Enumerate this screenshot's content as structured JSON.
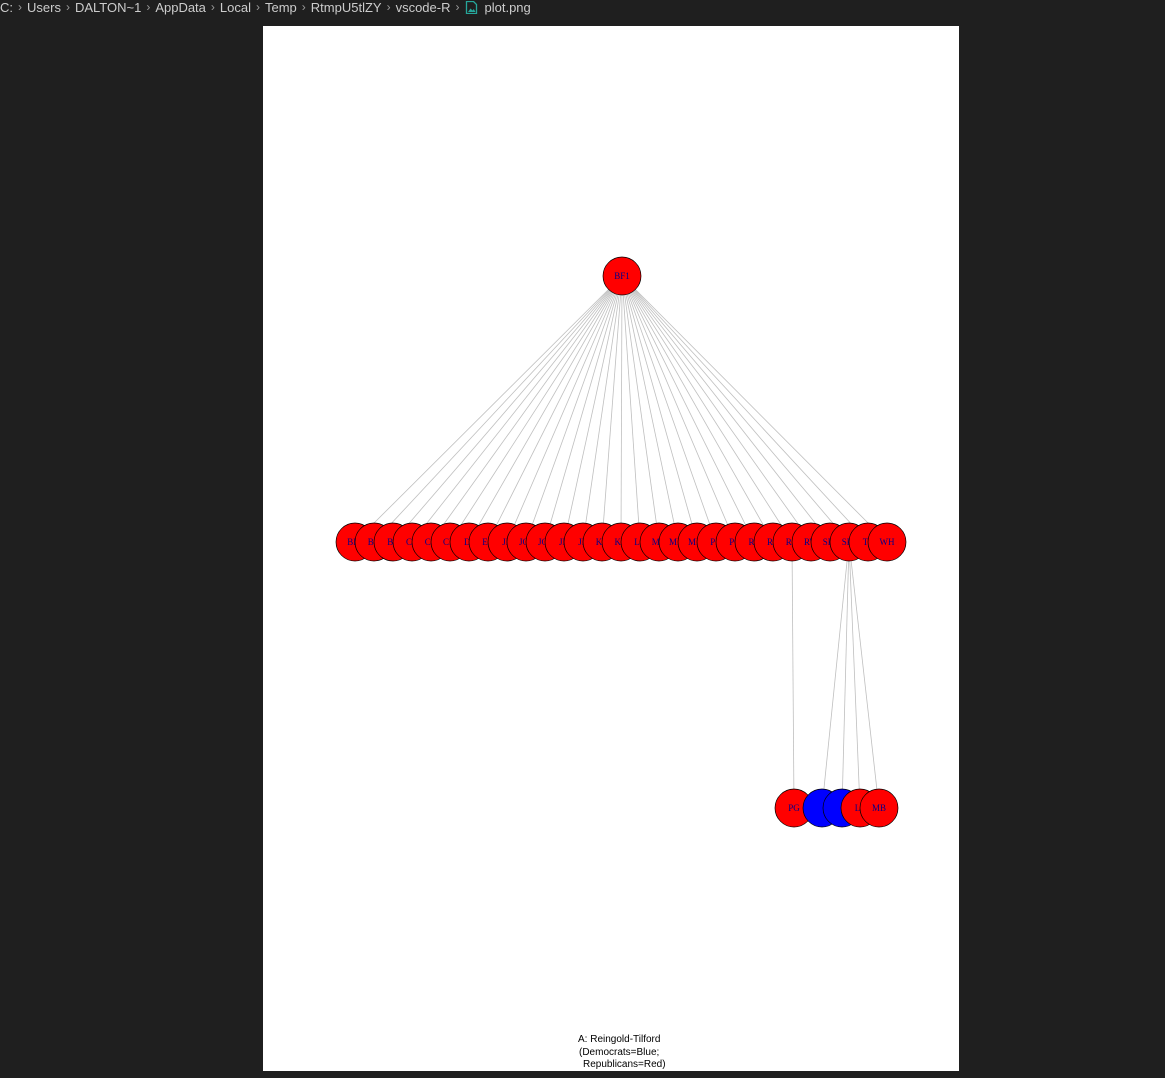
{
  "breadcrumb": {
    "items": [
      "C:",
      "Users",
      "DALTON~1",
      "AppData",
      "Local",
      "Temp",
      "RtmpU5tlZY",
      "vscode-R"
    ],
    "file_name": "plot.png",
    "file_icon": "image-file-icon",
    "separator_icon": "chevron-right-icon"
  },
  "plot": {
    "colors": {
      "democrat": "#0000ff",
      "republican": "#ff0000",
      "edge": "#bfbfbf",
      "label": "#00008b",
      "background": "#ffffff"
    },
    "root": {
      "label": "BF1",
      "party": "republican"
    },
    "level1": [
      {
        "label": "BF2",
        "party": "republican"
      },
      {
        "label": "BG",
        "party": "republican"
      },
      {
        "label": "BL",
        "party": "republican"
      },
      {
        "label": "CC",
        "party": "republican"
      },
      {
        "label": "CH",
        "party": "republican"
      },
      {
        "label": "CM",
        "party": "republican"
      },
      {
        "label": "DJ",
        "party": "republican"
      },
      {
        "label": "EC",
        "party": "republican"
      },
      {
        "label": "JB",
        "party": "republican"
      },
      {
        "label": "JC1",
        "party": "republican"
      },
      {
        "label": "JC2",
        "party": "republican"
      },
      {
        "label": "JK",
        "party": "republican"
      },
      {
        "label": "JR",
        "party": "republican"
      },
      {
        "label": "KB",
        "party": "republican"
      },
      {
        "label": "KG",
        "party": "republican"
      },
      {
        "label": "LB",
        "party": "republican"
      },
      {
        "label": "MG",
        "party": "republican"
      },
      {
        "label": "ML1",
        "party": "republican"
      },
      {
        "label": "ML2",
        "party": "republican"
      },
      {
        "label": "PK",
        "party": "republican"
      },
      {
        "label": "PO",
        "party": "republican"
      },
      {
        "label": "RS",
        "party": "republican"
      },
      {
        "label": "RB",
        "party": "republican"
      },
      {
        "label": "RN",
        "party": "republican"
      },
      {
        "label": "RW",
        "party": "republican"
      },
      {
        "label": "SP1",
        "party": "republican"
      },
      {
        "label": "SP2",
        "party": "republican"
      },
      {
        "label": "TP",
        "party": "republican"
      },
      {
        "label": "WH",
        "party": "republican"
      }
    ],
    "level2": [
      {
        "label": "PG",
        "party": "republican",
        "parent": "RN"
      },
      {
        "label": "",
        "party": "democrat",
        "parent": "SP2"
      },
      {
        "label": "",
        "party": "democrat",
        "parent": "SP2"
      },
      {
        "label": "LS",
        "party": "republican",
        "parent": "SP2"
      },
      {
        "label": "MB",
        "party": "republican",
        "parent": "SP2"
      }
    ],
    "caption": {
      "line1": "A: Reingold-Tilford",
      "line2": "(Democrats=Blue;",
      "line3": "Republicans=Red)"
    }
  }
}
